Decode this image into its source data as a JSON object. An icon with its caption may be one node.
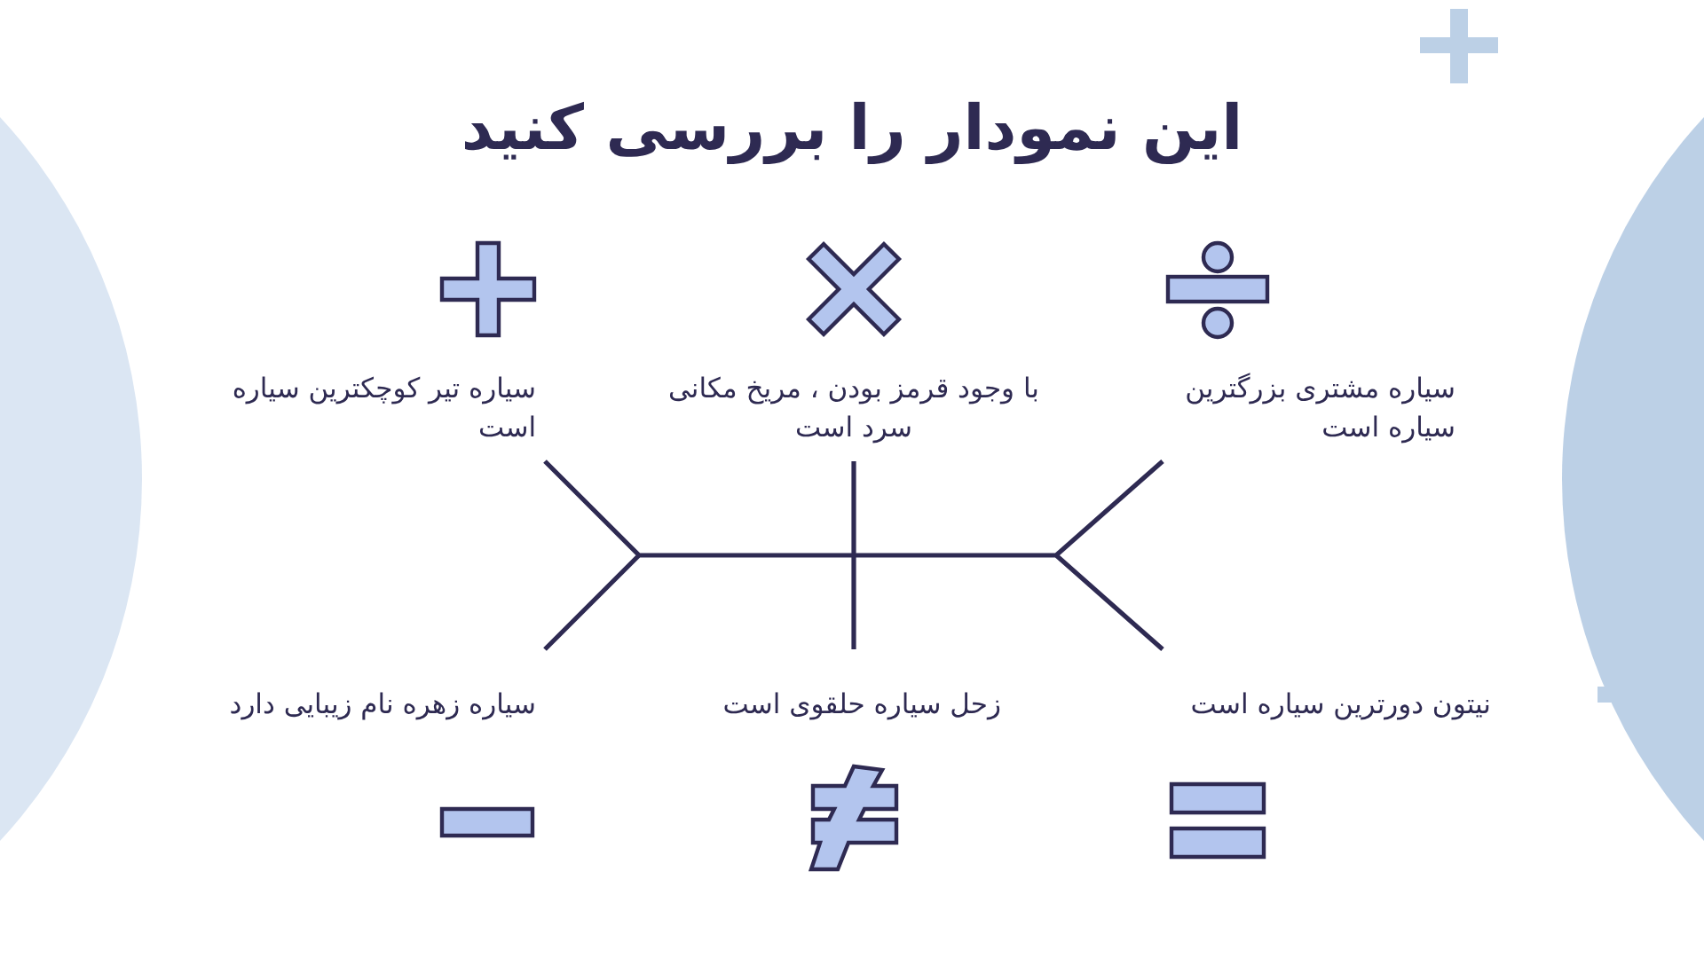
{
  "diagram": {
    "title": "این نمودار را بررسی کنید",
    "labels": [
      "سیاره مشتری بزرگترین سیاره است",
      "با وجود قرمز بودن ، مریخ مکانی سرد است",
      "سیاره تیر کوچکترین سیاره است",
      "نیتون دورترین سیاره است",
      "زحل سیاره حلقوی است",
      "سیاره زهره نام زیبایی دارد"
    ]
  }
}
